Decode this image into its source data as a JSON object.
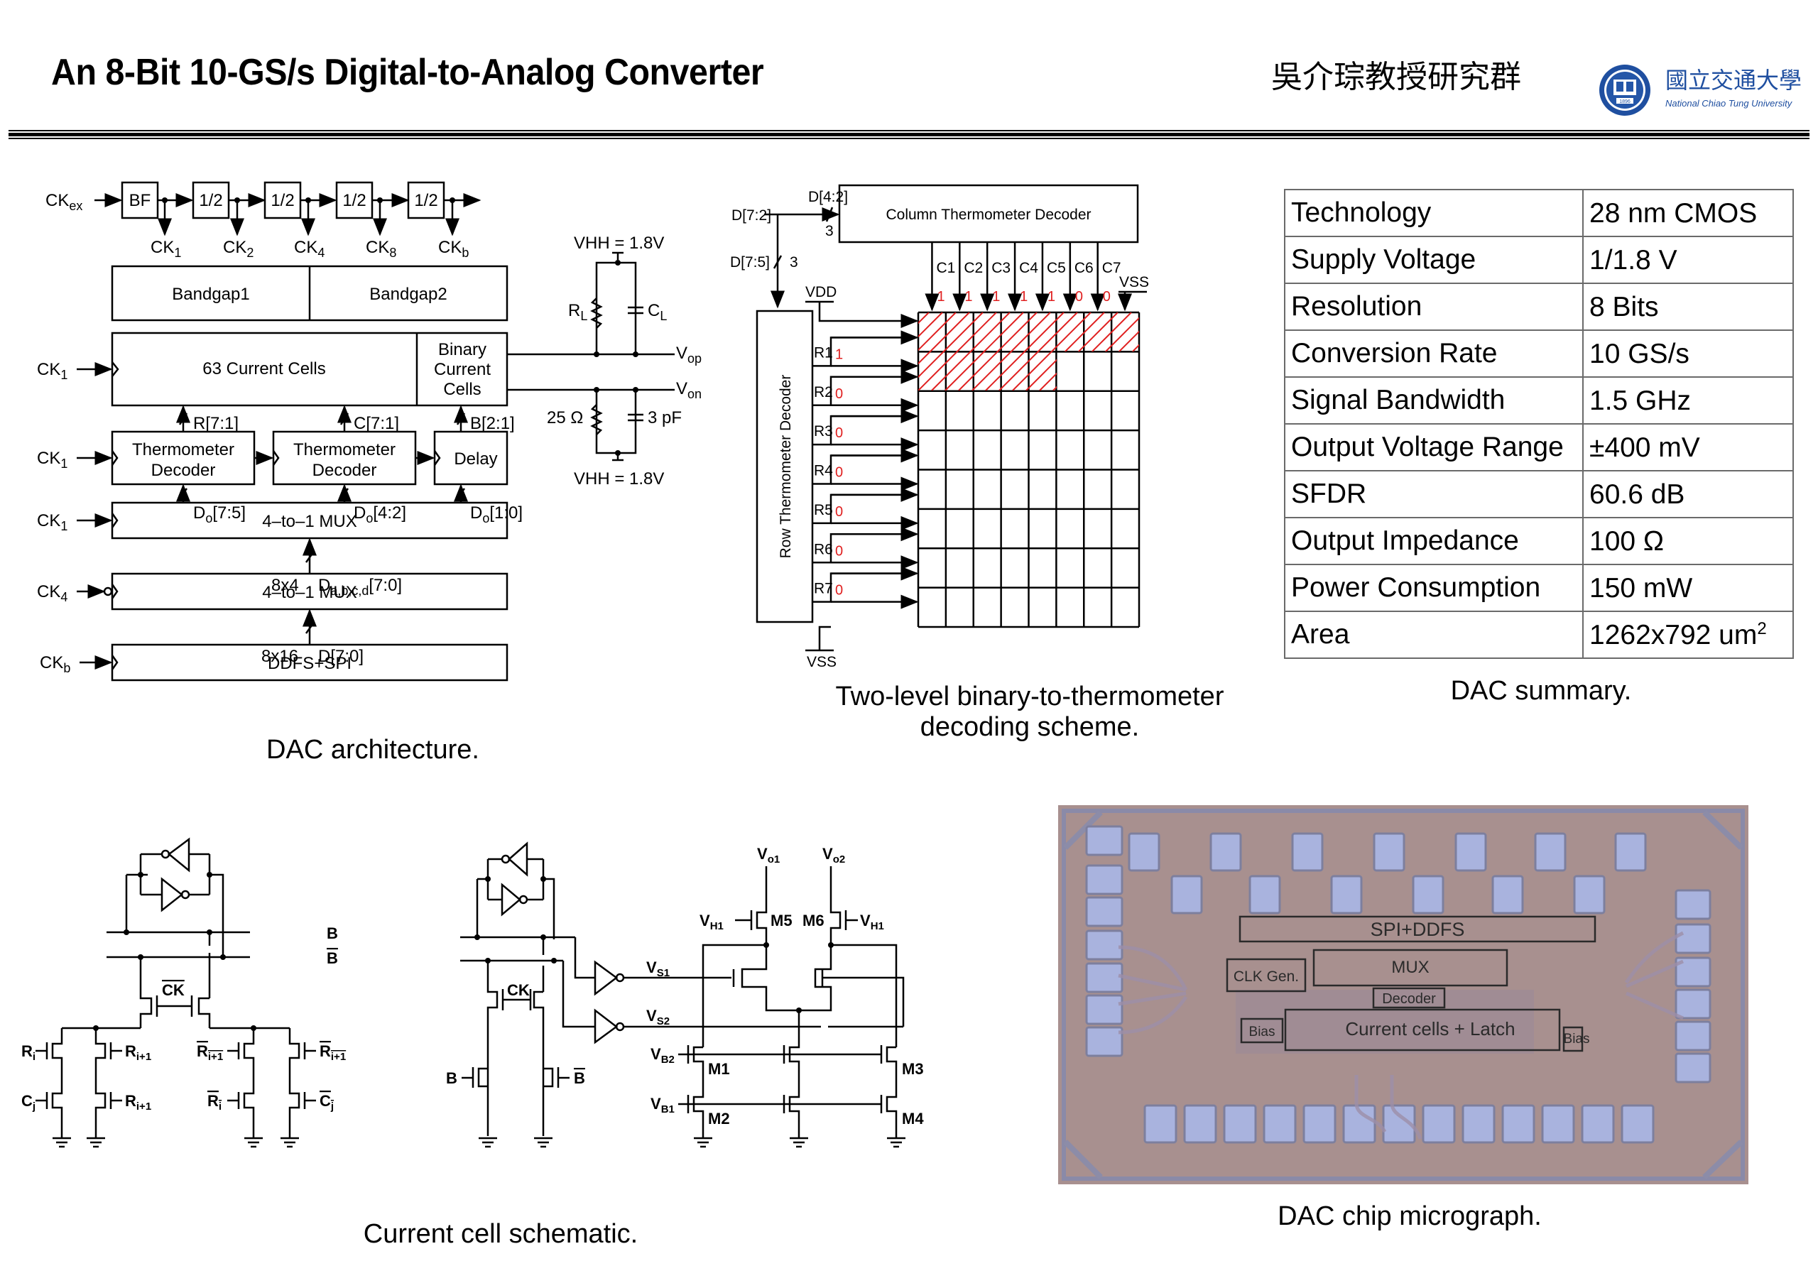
{
  "header": {
    "title": "An 8-Bit 10-GS/s Digital-to-Analog Converter",
    "group_name": "吳介琮教授研究群",
    "university_cn": "國立交通大學",
    "university_en": "National Chiao Tung University",
    "logo_year": "1896",
    "logo_icon": "nctu-seal-icon"
  },
  "architecture": {
    "caption": "DAC architecture.",
    "clock_in": "CK",
    "clock_in_sub": "ex",
    "buffer": "BF",
    "dividers": [
      "1/2",
      "1/2",
      "1/2",
      "1/2"
    ],
    "clock_outputs": [
      {
        "main": "CK",
        "sub": "1"
      },
      {
        "main": "CK",
        "sub": "2"
      },
      {
        "main": "CK",
        "sub": "4"
      },
      {
        "main": "CK",
        "sub": "8"
      },
      {
        "main": "CK",
        "sub": "b"
      }
    ],
    "bandgap1": "Bandgap1",
    "bandgap2": "Bandgap2",
    "current_cells": "63 Current Cells",
    "binary_cells": [
      "Binary",
      "Current",
      "Cells"
    ],
    "ck1": "CK",
    "ck1_sub": "1",
    "ck4_sub": "4",
    "ckb_sub": "b",
    "bus_r": "R[7:1]",
    "bus_c": "C[7:1]",
    "bus_b": "B[2:1]",
    "decoder1": [
      "Thermometer",
      "Decoder"
    ],
    "decoder2": [
      "Thermometer",
      "Decoder"
    ],
    "delay": "Delay",
    "do_buses": [
      {
        "main": "D",
        "sub": "o",
        "rest": "[7:5]"
      },
      {
        "main": "D",
        "sub": "o",
        "rest": "[4:2]"
      },
      {
        "main": "D",
        "sub": "o",
        "rest": "[1:0]"
      }
    ],
    "mux1": "4–to–1 MUX",
    "mux2": "4–to–1 MUX",
    "bus_abcd_width": "8x4",
    "bus_abcd_main": "D",
    "bus_abcd_sub": "a,b,c,d",
    "bus_abcd_rest": "[7:0]",
    "bus_d_width": "8x16",
    "bus_d": "D[7:0]",
    "ddfs": "DDFS+SPI",
    "load": {
      "vhh_top": "VHH = 1.8V",
      "vhh_bottom": "VHH = 1.8V",
      "rl": "R",
      "rl_sub": "L",
      "cl": "C",
      "cl_sub": "L",
      "vop": "V",
      "vop_sub": "op",
      "von": "V",
      "von_sub": "on",
      "r_value": "25 Ω",
      "c_value": "3 pF"
    }
  },
  "decoding": {
    "caption_line1": "Two-level binary-to-thermometer",
    "caption_line2": "decoding scheme.",
    "input_bus": "D[7:2]",
    "col_bus": "D[4:2]",
    "col_width": "3",
    "row_bus": "D[7:5]",
    "row_width": "3",
    "column_decoder": "Column Thermometer Decoder",
    "row_decoder": "Row Thermometer Decoder",
    "vdd": "VDD",
    "vss_top": "VSS",
    "vss_bottom": "VSS",
    "columns": [
      {
        "label": "C1",
        "value": "1"
      },
      {
        "label": "C2",
        "value": "1"
      },
      {
        "label": "C3",
        "value": "1"
      },
      {
        "label": "C4",
        "value": "1"
      },
      {
        "label": "C5",
        "value": "1"
      },
      {
        "label": "C6",
        "value": "0"
      },
      {
        "label": "C7",
        "value": "0"
      }
    ],
    "rows": [
      {
        "label": "R1",
        "value": "1"
      },
      {
        "label": "R2",
        "value": "0"
      },
      {
        "label": "R3",
        "value": "0"
      },
      {
        "label": "R4",
        "value": "0"
      },
      {
        "label": "R5",
        "value": "0"
      },
      {
        "label": "R6",
        "value": "0"
      },
      {
        "label": "R7",
        "value": "0"
      }
    ],
    "grid_cols": 8,
    "grid_rows": 8,
    "full_rows_on": 1,
    "partial_row_cells_on": 5,
    "highlight_color": "#e02020"
  },
  "summary": {
    "caption": "DAC summary.",
    "rows": [
      {
        "key": "Technology",
        "value": "28 nm CMOS",
        "sup": ""
      },
      {
        "key": "Supply Voltage",
        "value": "1/1.8 V",
        "sup": ""
      },
      {
        "key": "Resolution",
        "value": "8 Bits",
        "sup": ""
      },
      {
        "key": "Conversion Rate",
        "value": "10 GS/s",
        "sup": ""
      },
      {
        "key": "Signal Bandwidth",
        "value": "1.5 GHz",
        "sup": ""
      },
      {
        "key": "Output Voltage Range",
        "value": "±400 mV",
        "sup": ""
      },
      {
        "key": "SFDR",
        "value": "60.6 dB",
        "sup": ""
      },
      {
        "key": "Output Impedance",
        "value": "100 Ω",
        "sup": ""
      },
      {
        "key": "Power Consumption",
        "value": "150 mW",
        "sup": ""
      },
      {
        "key": "Area",
        "value": "1262x792 um",
        "sup": "2"
      }
    ]
  },
  "schematic": {
    "caption": "Current cell schematic.",
    "left": {
      "b": "B",
      "bbar": "B",
      "ckbar": "CK",
      "ri": "R",
      "ri_sub": "i",
      "cj": "C",
      "cj_sub": "j",
      "ri1": "R",
      "ri1_sub": "i+1",
      "ri1b": "R",
      "ri1b_sub": "i+1",
      "rib": "R",
      "rib_sub": "i",
      "cjb": "C",
      "cjb_sub": "j"
    },
    "right": {
      "ck": "CK",
      "b": "B",
      "bbar": "B",
      "vo1": "V",
      "vo1_sub": "o1",
      "vo2": "V",
      "vo2_sub": "o2",
      "vh1": "V",
      "vh1_sub": "H1",
      "vs1": "V",
      "vs1_sub": "S1",
      "vs2": "V",
      "vs2_sub": "S2",
      "vb2": "V",
      "vb2_sub": "B2",
      "vb1": "V",
      "vb1_sub": "B1",
      "transistors": [
        "M1",
        "M2",
        "M3",
        "M4",
        "M5",
        "M6"
      ]
    }
  },
  "micrograph": {
    "caption": "DAC chip micrograph.",
    "blocks": [
      "SPI+DDFS",
      "CLK Gen.",
      "MUX",
      "Decoder",
      "Current cells + Latch",
      "Bias",
      "Bias"
    ],
    "die_color": "#a8908f",
    "pad_color": "#a9b3de"
  }
}
